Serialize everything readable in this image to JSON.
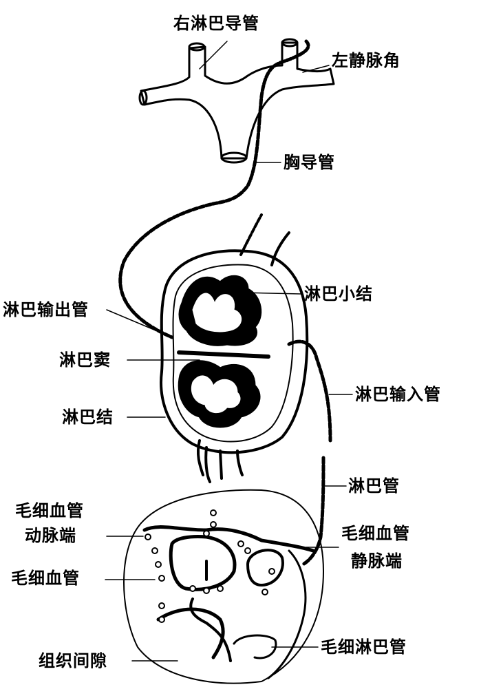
{
  "labels": {
    "right_lymphatic_duct": "右淋巴导管",
    "left_venous_angle": "左静脉角",
    "thoracic_duct": "胸导管",
    "lymph_nodule": "淋巴小结",
    "efferent_lymph_vessel": "淋巴输出管",
    "lymph_sinus": "淋巴窦",
    "afferent_lymph_vessel": "淋巴输入管",
    "lymph_node": "淋巴结",
    "lymph_vessel": "淋巴管",
    "capillary_arterial_end_1": "毛细血管",
    "capillary_arterial_end_2": "动脉端",
    "capillary_venous_end_1": "毛细血管",
    "capillary_venous_end_2": "静脉端",
    "capillary": "毛细血管",
    "lymph_capillary": "毛细淋巴管",
    "tissue_space": "组织间隙"
  },
  "colors": {
    "ink": "#000000",
    "background": "#ffffff"
  }
}
